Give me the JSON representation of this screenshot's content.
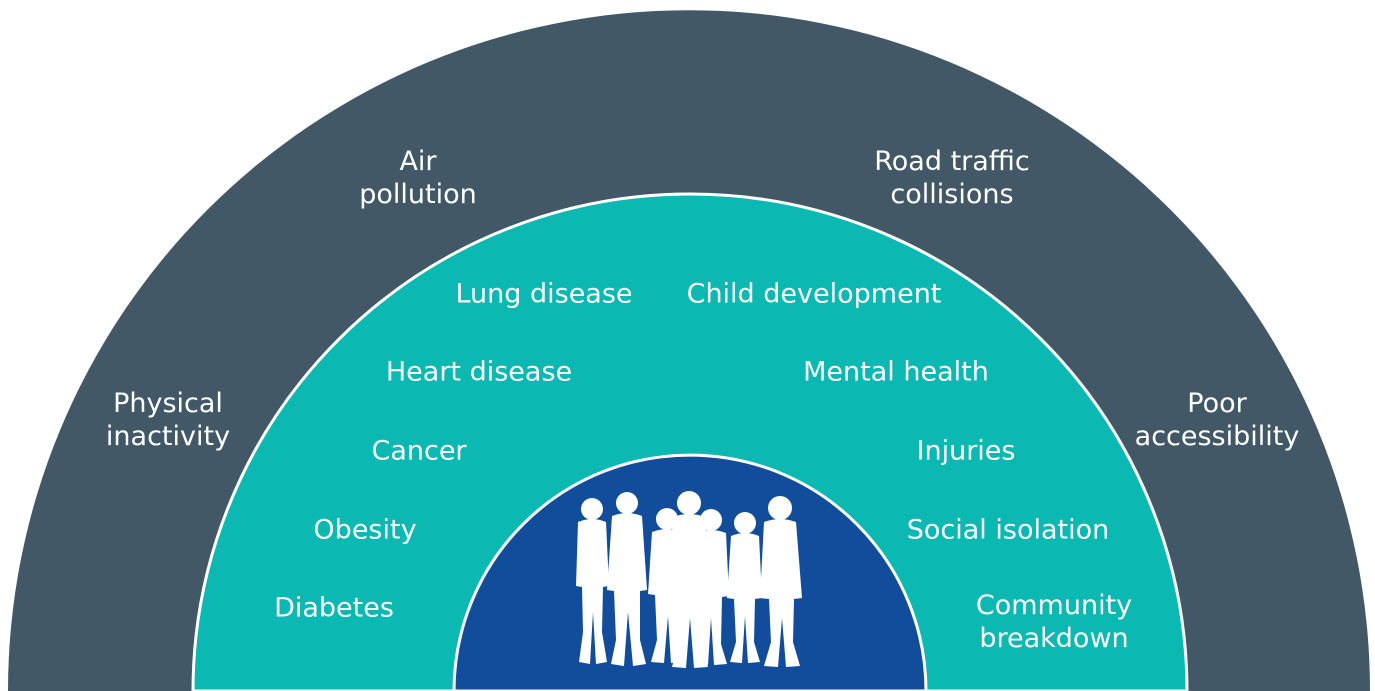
{
  "colors": {
    "outer_ring": "#425867",
    "middle_ring": "#0bb8b2",
    "inner_core": "#124d9c",
    "ring_border": "#ffffff",
    "text": "#ffffff"
  },
  "outer_ring": {
    "items": [
      {
        "id": "physical-inactivity",
        "label": "Physical\ninactivity"
      },
      {
        "id": "air-pollution",
        "label": "Air\npollution"
      },
      {
        "id": "road-traffic-collisions",
        "label": "Road traffic\ncollisions"
      },
      {
        "id": "poor-accessibility",
        "label": "Poor\naccessibility"
      }
    ]
  },
  "middle_ring": {
    "left_items": [
      "Lung disease",
      "Heart disease",
      "Cancer",
      "Obesity",
      "Diabetes"
    ],
    "right_items": [
      "Child development",
      "Mental health",
      "Injuries",
      "Social isolation",
      "Community\nbreakdown"
    ]
  },
  "inner_core": {
    "icon": "people-group-silhouette-icon"
  }
}
